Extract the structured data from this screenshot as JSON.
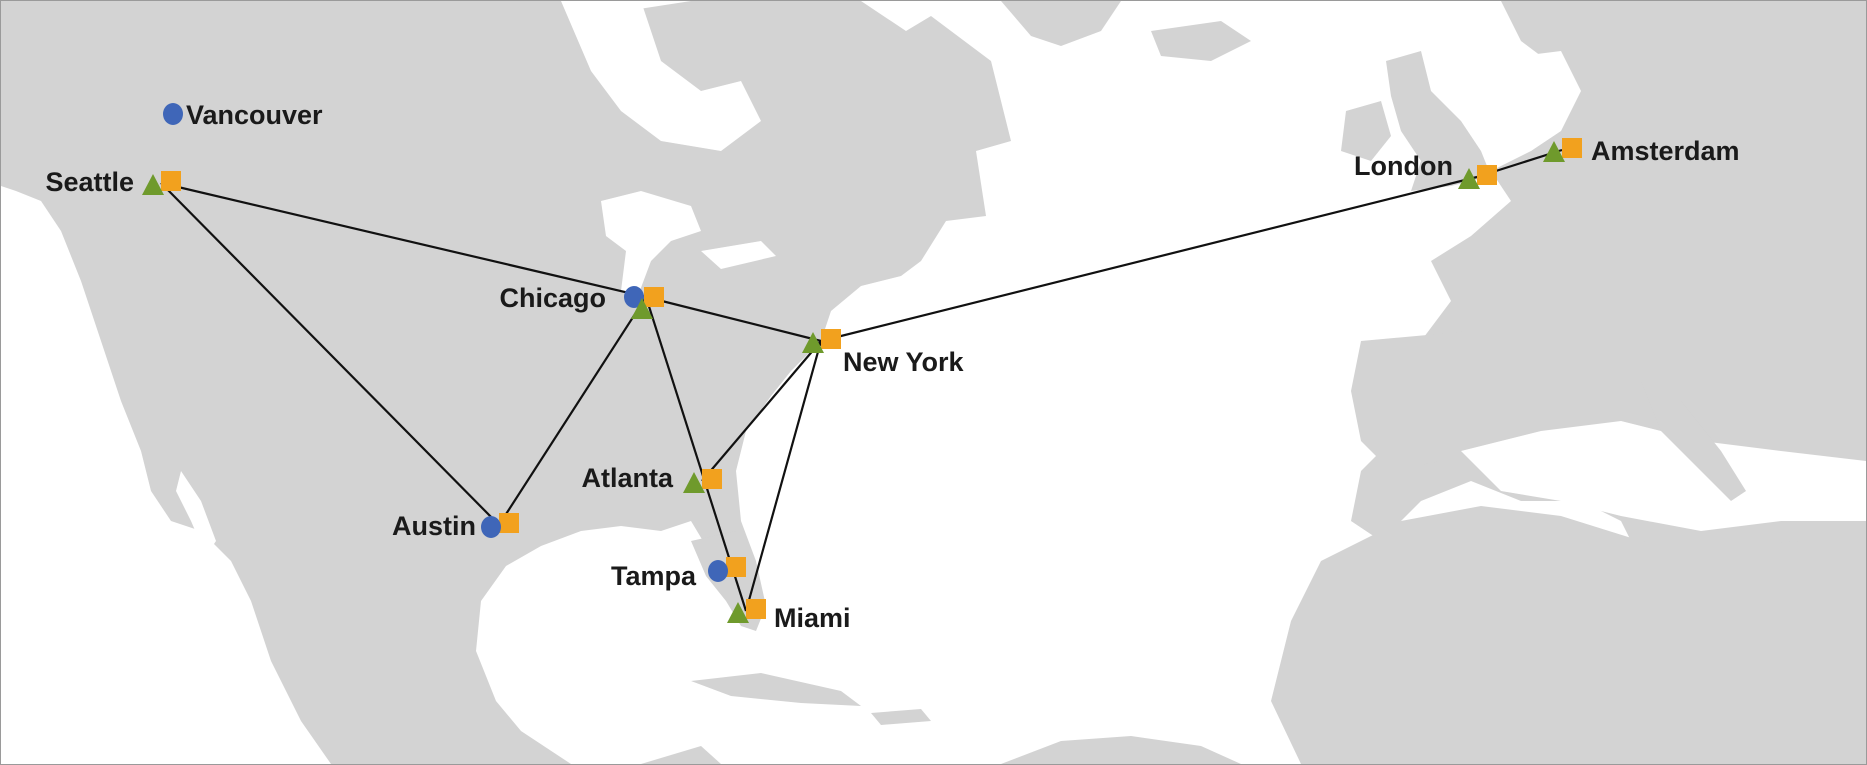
{
  "colors": {
    "land": "#d3d3d3",
    "water": "#ffffff",
    "link": "#111111",
    "circle_marker": "#3f66b8",
    "triangle_marker": "#6f9a2c",
    "square_marker": "#f2a11e"
  },
  "marker_legend": {
    "circle": "blue-circle-icon",
    "triangle": "green-triangle-icon",
    "square": "orange-square-icon"
  },
  "cities": [
    {
      "id": "vancouver",
      "label": "Vancouver",
      "markers": [
        "circle"
      ]
    },
    {
      "id": "seattle",
      "label": "Seattle",
      "markers": [
        "triangle",
        "square"
      ]
    },
    {
      "id": "chicago",
      "label": "Chicago",
      "markers": [
        "circle",
        "square",
        "triangle"
      ]
    },
    {
      "id": "new-york",
      "label": "New York",
      "markers": [
        "triangle",
        "square"
      ]
    },
    {
      "id": "atlanta",
      "label": "Atlanta",
      "markers": [
        "triangle",
        "square"
      ]
    },
    {
      "id": "austin",
      "label": "Austin",
      "markers": [
        "circle",
        "square"
      ]
    },
    {
      "id": "tampa",
      "label": "Tampa",
      "markers": [
        "circle",
        "square"
      ]
    },
    {
      "id": "miami",
      "label": "Miami",
      "markers": [
        "triangle",
        "square"
      ]
    },
    {
      "id": "london",
      "label": "London",
      "markers": [
        "triangle",
        "square"
      ]
    },
    {
      "id": "amsterdam",
      "label": "Amsterdam",
      "markers": [
        "triangle",
        "square"
      ]
    }
  ],
  "links": [
    [
      "seattle",
      "chicago"
    ],
    [
      "seattle",
      "austin"
    ],
    [
      "chicago",
      "new-york"
    ],
    [
      "chicago",
      "austin"
    ],
    [
      "chicago",
      "miami"
    ],
    [
      "new-york",
      "atlanta"
    ],
    [
      "new-york",
      "miami"
    ],
    [
      "new-york",
      "london"
    ],
    [
      "london",
      "amsterdam"
    ]
  ]
}
